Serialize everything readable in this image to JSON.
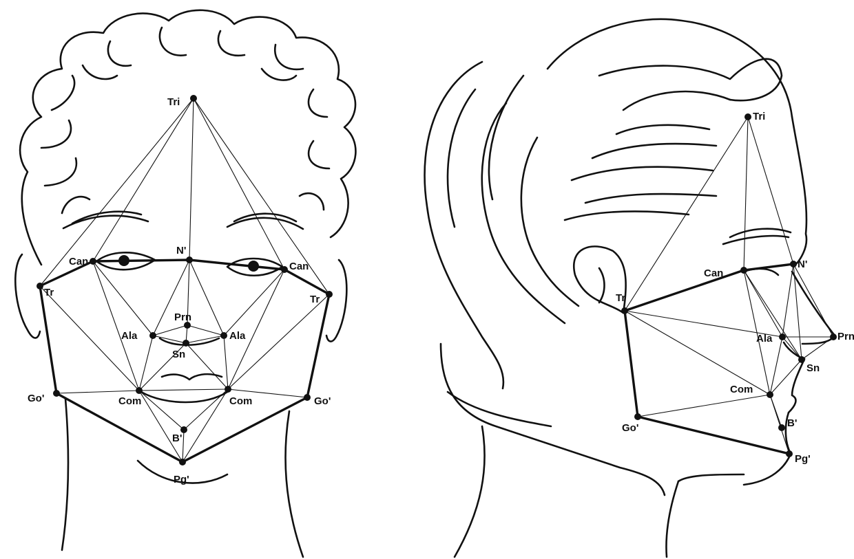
{
  "frontal_view": {
    "labels": {
      "tri": "Tri",
      "n": "N'",
      "can_r": "Can",
      "can_l": "Can",
      "tr_r": "Tr",
      "tr_l": "Tr",
      "prn": "Prn",
      "ala_r": "Ala",
      "ala_l": "Ala",
      "sn": "Sn",
      "go_r": "Go'",
      "go_l": "Go'",
      "com_r": "Com",
      "com_l": "Com",
      "b": "B'",
      "pg": "Pg'"
    }
  },
  "profile_view": {
    "labels": {
      "tri": "Tri",
      "can": "Can",
      "n": "N'",
      "tr": "Tr",
      "ala": "Ala",
      "prn": "Prn",
      "sn": "Sn",
      "com": "Com",
      "go": "Go'",
      "b": "B'",
      "pg": "Pg'"
    }
  }
}
